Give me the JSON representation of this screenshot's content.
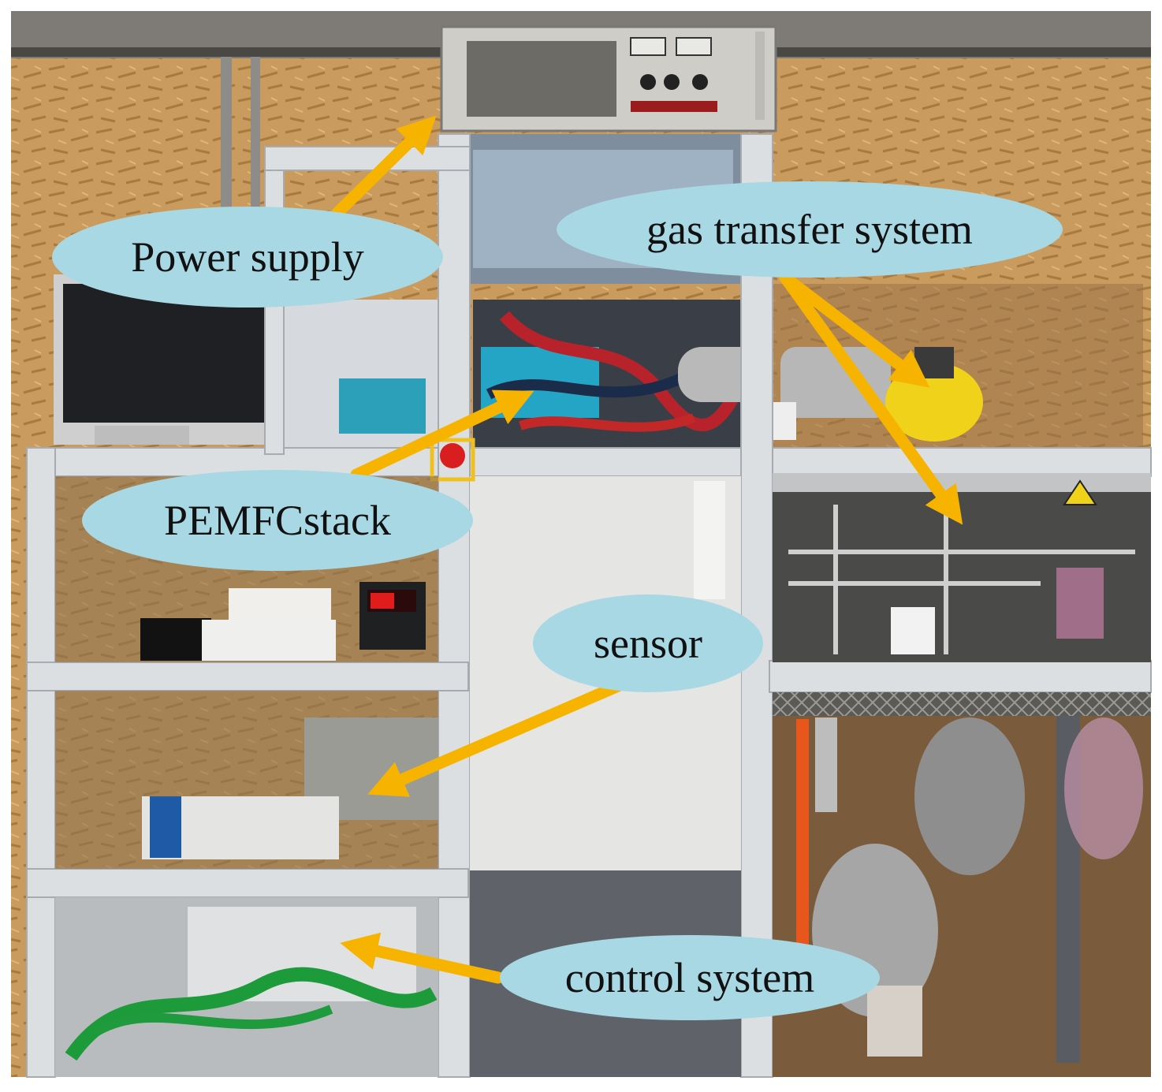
{
  "labels": {
    "power_supply": "Power supply",
    "gas_transfer_system": "gas transfer system",
    "pemfc_stack": "PEMFCstack",
    "sensor": "sensor",
    "control_system": "control system"
  },
  "colors": {
    "label_fill": "#a8d8e4",
    "arrow": "#f6b400",
    "wood_wall": "#c99b5e",
    "frame": "#dcdfe2"
  }
}
